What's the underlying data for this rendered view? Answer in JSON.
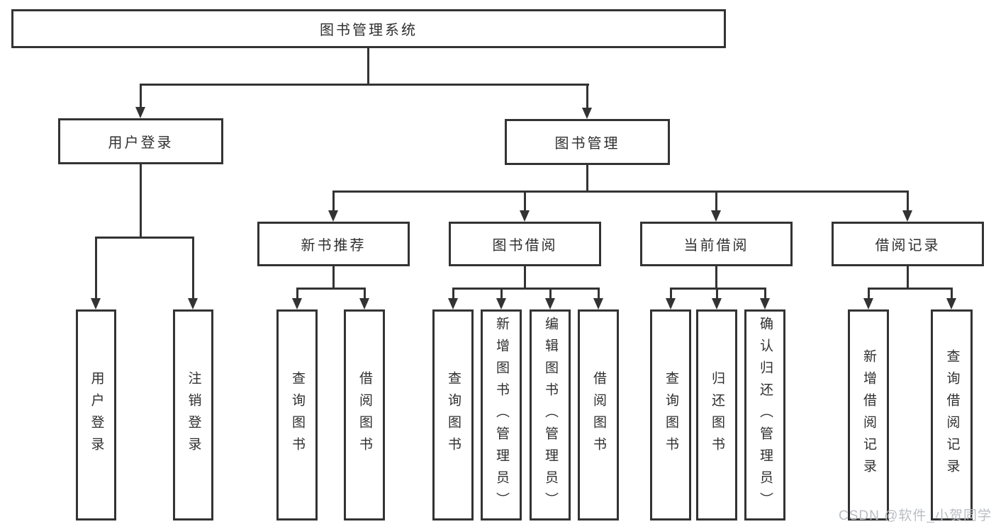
{
  "diagram": {
    "root": {
      "label": "图书管理系统"
    },
    "level2": [
      {
        "label": "用户登录"
      },
      {
        "label": "图书管理"
      }
    ],
    "level3": [
      {
        "label": "新书推荐"
      },
      {
        "label": "图书借阅"
      },
      {
        "label": "当前借阅"
      },
      {
        "label": "借阅记录"
      }
    ],
    "leaves": {
      "user_login": [
        "用户登录",
        "注销登录"
      ],
      "new_book": [
        "查询图书",
        "借阅图书"
      ],
      "book_borrow": [
        "查询图书",
        "新增图书（管理员）",
        "编辑图书（管理员）",
        "借阅图书"
      ],
      "current_borrow": [
        "查询图书",
        "归还图书",
        "确认归还（管理员）"
      ],
      "borrow_record": [
        "新增借阅记录",
        "查询借阅记录"
      ]
    }
  },
  "watermark": "CSDN @软件_小贺同学",
  "colors": {
    "line": "#333333",
    "text": "#2f2f2f",
    "watermark": "#b9bdc3"
  }
}
